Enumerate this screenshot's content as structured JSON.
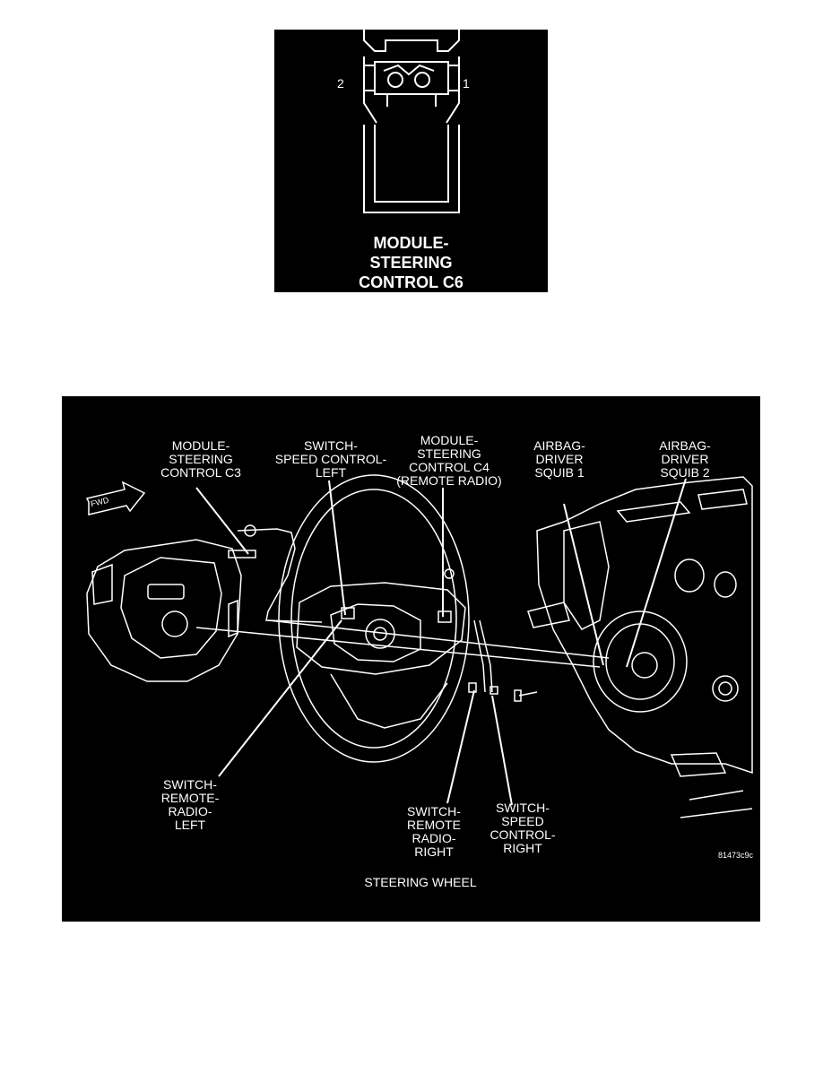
{
  "connector_figure": {
    "title": "MODULE-\nSTEERING\nCONTROL C6",
    "pin_left": "2",
    "pin_right": "1"
  },
  "steering_figure": {
    "fwd_label": "FWD",
    "callouts": {
      "module_c3": "MODULE-\nSTEERING\nCONTROL C3",
      "speed_left": "SWITCH-\nSPEED CONTROL-\nLEFT",
      "module_c4": "MODULE-\nSTEERING\nCONTROL C4\n(REMOTE RADIO)",
      "squib1": "AIRBAG-\nDRIVER\nSQUIB 1",
      "squib2": "AIRBAG-\nDRIVER\nSQUIB 2",
      "radio_left": "SWITCH-\nREMOTE-\nRADIO-\nLEFT",
      "radio_right": "SWITCH-\nREMOTE\nRADIO-\nRIGHT",
      "speed_right": "SWITCH-\nSPEED\nCONTROL-\nRIGHT"
    },
    "figure_code": "81473c9c",
    "caption": "STEERING WHEEL"
  },
  "colors": {
    "background": "#000000",
    "line": "#ffffff",
    "page": "#ffffff"
  }
}
